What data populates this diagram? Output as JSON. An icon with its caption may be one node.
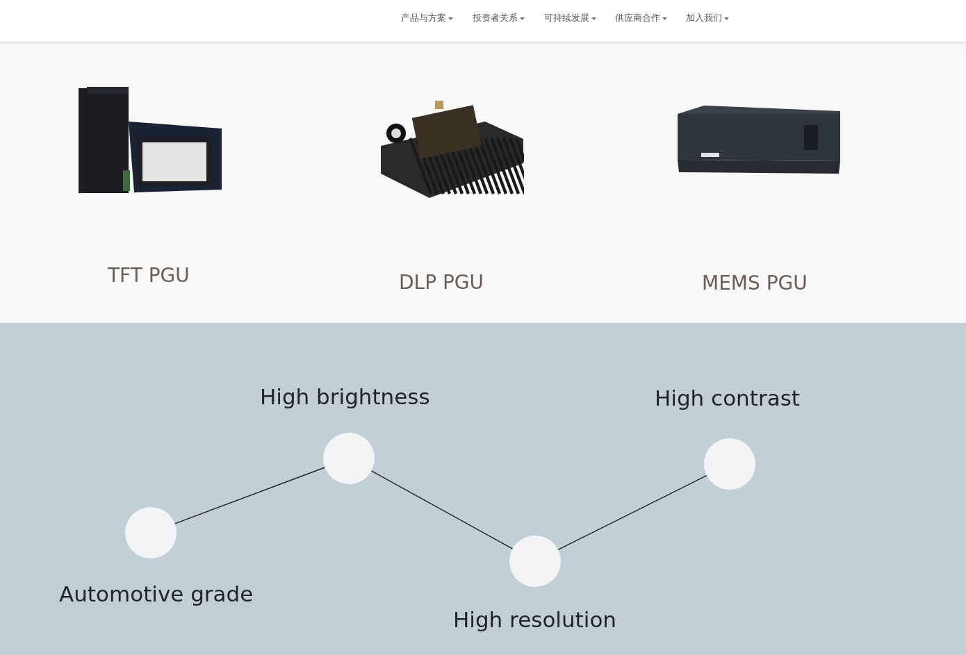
{
  "diagram": {
    "nodes": [
      {
        "text": [],
        "shape": "circle"
      },
      {
        "text": [],
        "shape": "circle"
      },
      {
        "text": [],
        "shape": "circle"
      },
      {
        "text": [],
        "shape": "circle"
      }
    ],
    "edges": [
      {
        "from": 0,
        "to": 1,
        "arrow": "none"
      },
      {
        "from": 1,
        "to": 2,
        "arrow": "none"
      },
      {
        "from": 2,
        "to": 3,
        "arrow": "none"
      }
    ],
    "labels": [
      "产品与方案",
      "投资者关系",
      "可持续发展",
      "供应商合作",
      "加入我们",
      "TFT PGU",
      "DLP PGU",
      "MEMS PGU",
      "High brightness",
      "High contrast",
      "Automotive grade",
      "High resolution"
    ]
  }
}
